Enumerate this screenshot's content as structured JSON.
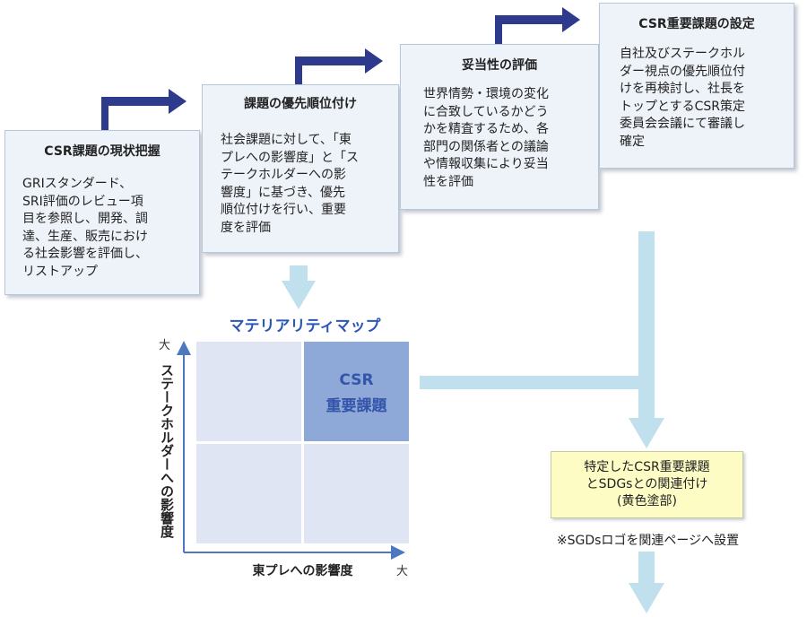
{
  "steps": [
    {
      "title": "CSR課題の現状把握",
      "body": "GRIスタンダード、\nSRI評価のレビュー項\n目を参照し、開発、調\n達、生産、販売におけ\nる社会影響を評価し、\nリストアップ"
    },
    {
      "title": "課題の優先順位付け",
      "body": "社会課題に対して、「東\nプレへの影響度」と「ス\nテークホルダーへの影\n響度」に基づき、優先\n順位付けを行い、重要\n度を評価"
    },
    {
      "title": "妥当性の評価",
      "body": "世界情勢・環境の変化\nに合致しているかどう\nかを精査するため、各\n部門の関係者との議論\nや情報収集により妥当\n性を評価"
    },
    {
      "title": "CSR重要課題の設定",
      "body": "自社及びステークホル\nダー視点の優先順位付\nけを再検討し、社長を\nトップとするCSR策定\n委員会会議にて審議し\n確定"
    }
  ],
  "materiality_map": {
    "title": "マテリアリティマップ",
    "highlight_label_1": "CSR",
    "highlight_label_2": "重要課題",
    "y_axis_label": "ステークホルダーへの影響度",
    "x_axis_label": "東プレへの影響度",
    "y_max_label": "大",
    "x_max_label": "大"
  },
  "sdg_box": {
    "text": "特定したCSR重要課題\nとSDGsとの関連付け\n(黄色塗部)",
    "note": "※SGDsロゴを関連ページへ設置"
  },
  "colors": {
    "step_box": "#eef3f9",
    "step_arrow": "#2e3a8c",
    "flow_arrow": "#bfe0ec",
    "matrix_cell": "#dfe5f3",
    "matrix_highlight": "#8ea9d8",
    "highlight_text": "#3355aa",
    "title_text": "#2b57b8",
    "sdg_fill": "#fcfcc4"
  }
}
